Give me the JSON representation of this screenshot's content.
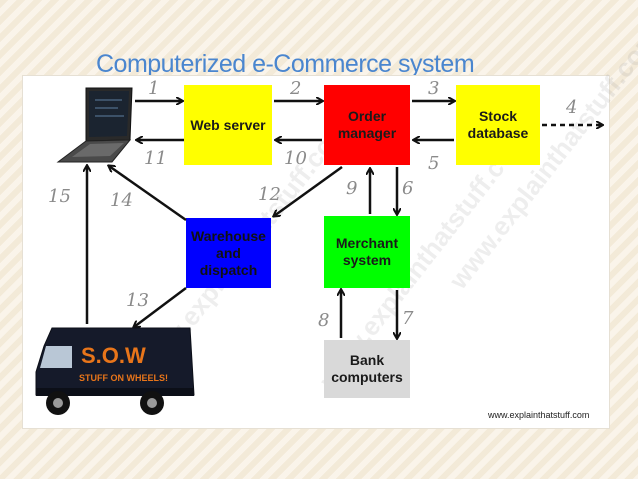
{
  "slide": {
    "title": "Computerized e-Commerce system"
  },
  "diagram": {
    "boxes": {
      "web_server": "Web server",
      "order_manager": "Order manager",
      "stock_database": "Stock database",
      "warehouse": "Warehouse and dispatch",
      "merchant": "Merchant system",
      "bank": "Bank computers"
    },
    "arrow_numbers": [
      "1",
      "2",
      "3",
      "4",
      "5",
      "6",
      "7",
      "8",
      "9",
      "10",
      "11",
      "12",
      "13",
      "14",
      "15"
    ],
    "van": {
      "title": "S.O.W",
      "subtitle": "STUFF ON WHEELS!"
    },
    "credit": "www.explainthatstuff.com",
    "colors": {
      "yellow": "#ffff00",
      "red": "#ff0000",
      "green": "#00ff00",
      "blue": "#0000ff",
      "gray": "#d9d9d9",
      "title": "#4a86cf"
    }
  }
}
